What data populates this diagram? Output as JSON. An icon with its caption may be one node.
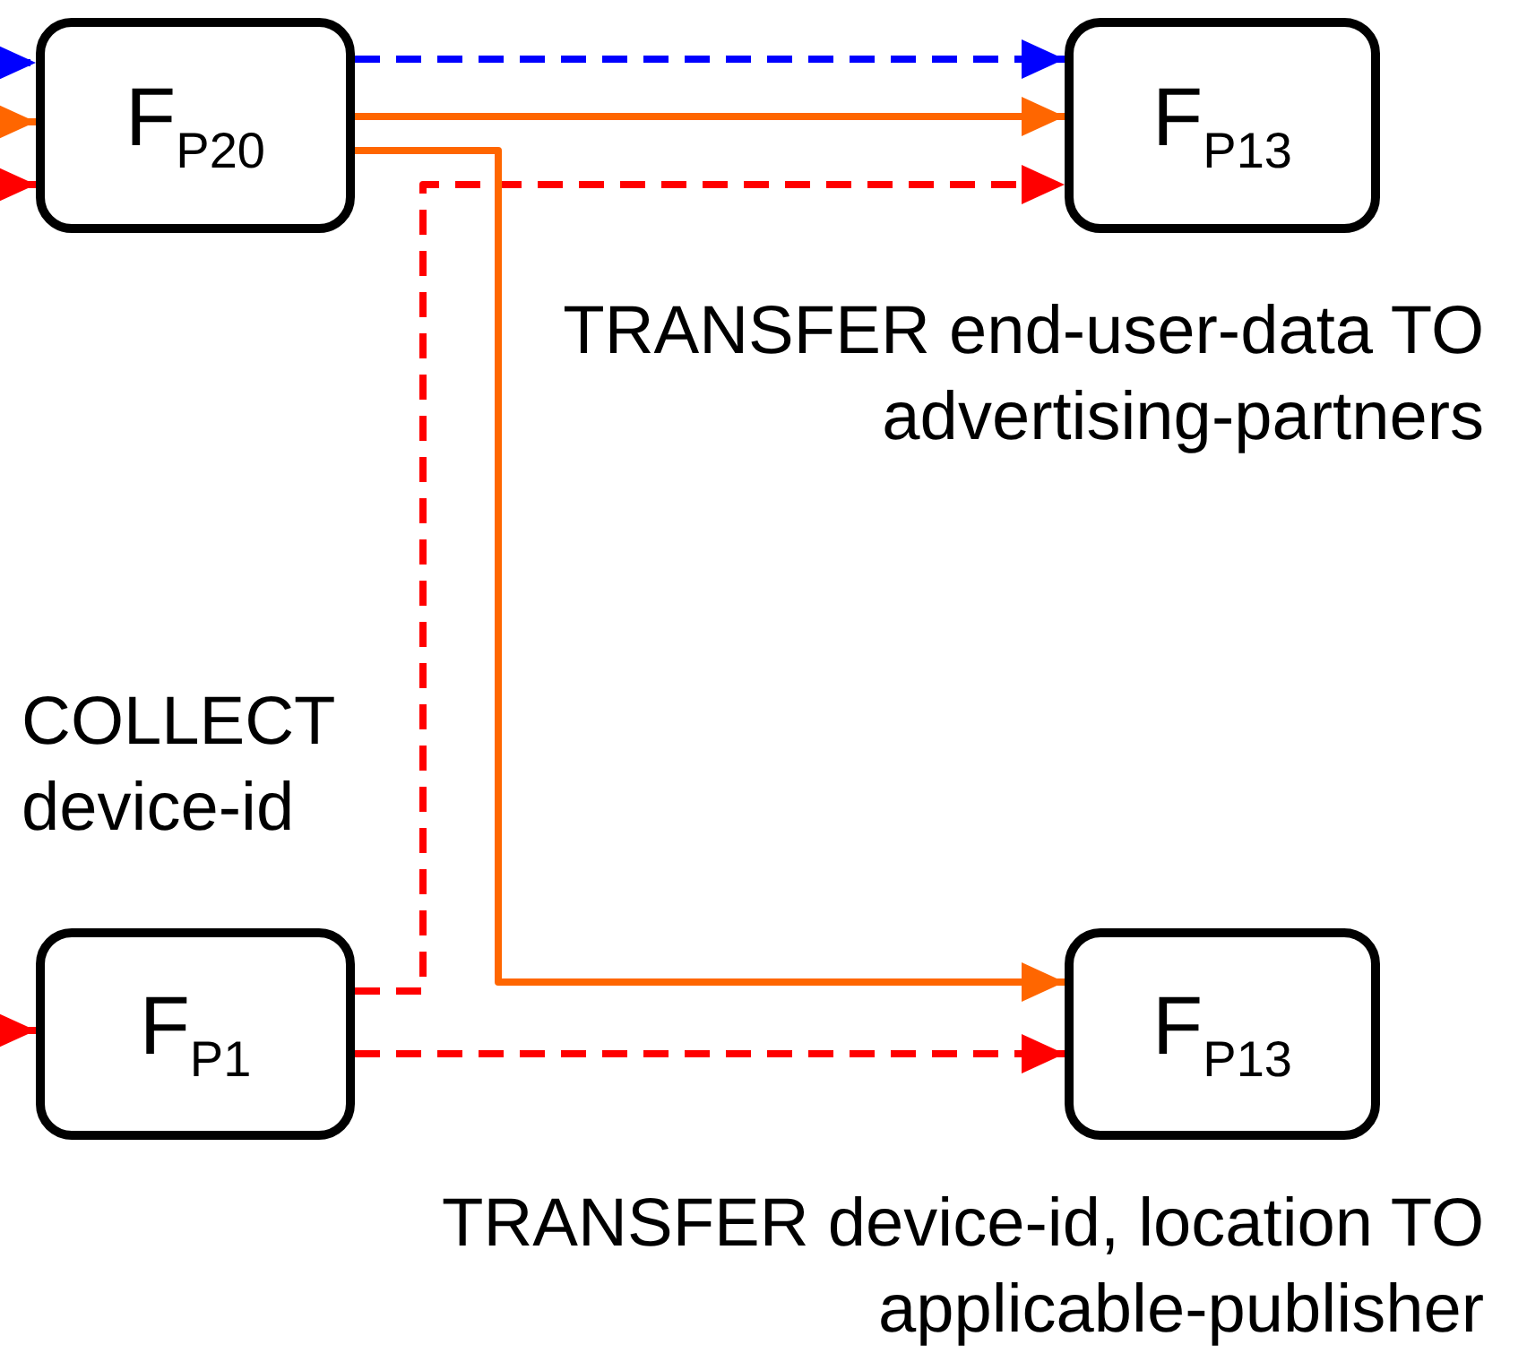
{
  "diagram": {
    "nodes": [
      {
        "text": [
          "F$_{P20}$"
        ]
      },
      {
        "text": [
          "F$_{P13}$"
        ]
      },
      {
        "text": [
          "F$_{P1}$"
        ]
      },
      {
        "text": [
          "F$_{P13}$"
        ]
      }
    ],
    "edges": [
      {
        "from": null,
        "to": 0,
        "arrow": "to",
        "style": "dashed",
        "color": "#0000ff"
      },
      {
        "from": null,
        "to": 0,
        "arrow": "to",
        "color": "#ff6600"
      },
      {
        "from": null,
        "to": 0,
        "arrow": "to",
        "color": "#ff0000"
      },
      {
        "from": 0,
        "to": 1,
        "arrow": "to",
        "style": "dashed",
        "color": "#0000ff"
      },
      {
        "from": 0,
        "to": 1,
        "arrow": "to",
        "color": "#ff6600"
      },
      {
        "from": 2,
        "to": 1,
        "arrow": "to",
        "style": "dashed",
        "color": "#ff0000"
      },
      {
        "from": 0,
        "to": 3,
        "arrow": "to",
        "color": "#ff6600"
      },
      {
        "from": 2,
        "to": 3,
        "arrow": "to",
        "style": "dashed",
        "color": "#ff0000"
      },
      {
        "from": null,
        "to": 2,
        "arrow": "to",
        "color": "#ff0000"
      }
    ],
    "labels": [
      "TRANSFER end-user-data TO advertising-partners",
      "COLLECT device-id",
      "TRANSFER device-id, location TO applicable-publisher"
    ]
  }
}
